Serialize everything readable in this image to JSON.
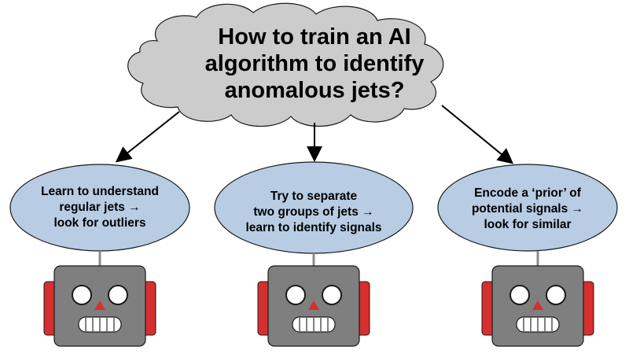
{
  "title": {
    "lines": [
      "How to train an AI",
      "algorithm to identify",
      "anomalous jets?"
    ]
  },
  "approaches": [
    {
      "lines": [
        "Learn to understand",
        "regular jets →",
        "look for outliers"
      ]
    },
    {
      "lines": [
        "Try to separate",
        "two groups of jets →",
        "learn to identify signals"
      ]
    },
    {
      "lines": [
        "Encode a ‘prior’ of",
        "potential signals →",
        "look for similar"
      ]
    }
  ],
  "colors": {
    "cloud_fill": "#cccccc",
    "bubble_fill": "#b8cce4",
    "robot_head": "#7f7f7f",
    "robot_ears": "#d62f2f",
    "robot_nose": "#d62f2f",
    "outline": "#1a1a1a"
  },
  "icons": [
    "cloud-shape",
    "robot-icon",
    "arrow-icon"
  ]
}
